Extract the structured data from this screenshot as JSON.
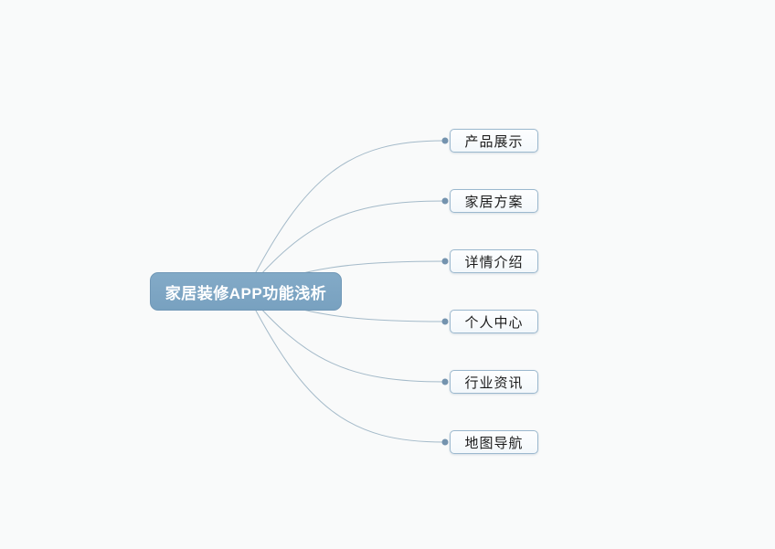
{
  "diagram": {
    "type": "mindmap",
    "root": {
      "label": "家居装修APP功能浅析"
    },
    "children": [
      {
        "label": "产品展示"
      },
      {
        "label": "家居方案"
      },
      {
        "label": "详情介绍"
      },
      {
        "label": "个人中心"
      },
      {
        "label": "行业资讯"
      },
      {
        "label": "地图导航"
      }
    ],
    "colors": {
      "background": "#f9fafa",
      "root_fill": "#7ea6c4",
      "root_border": "#7097b6",
      "root_text": "#ffffff",
      "child_fill": "#fcfeff",
      "child_border": "#9bb8ce",
      "child_text": "#1c1c1c",
      "connector_line": "#a4bac9",
      "connector_dot": "#7493ae"
    }
  }
}
